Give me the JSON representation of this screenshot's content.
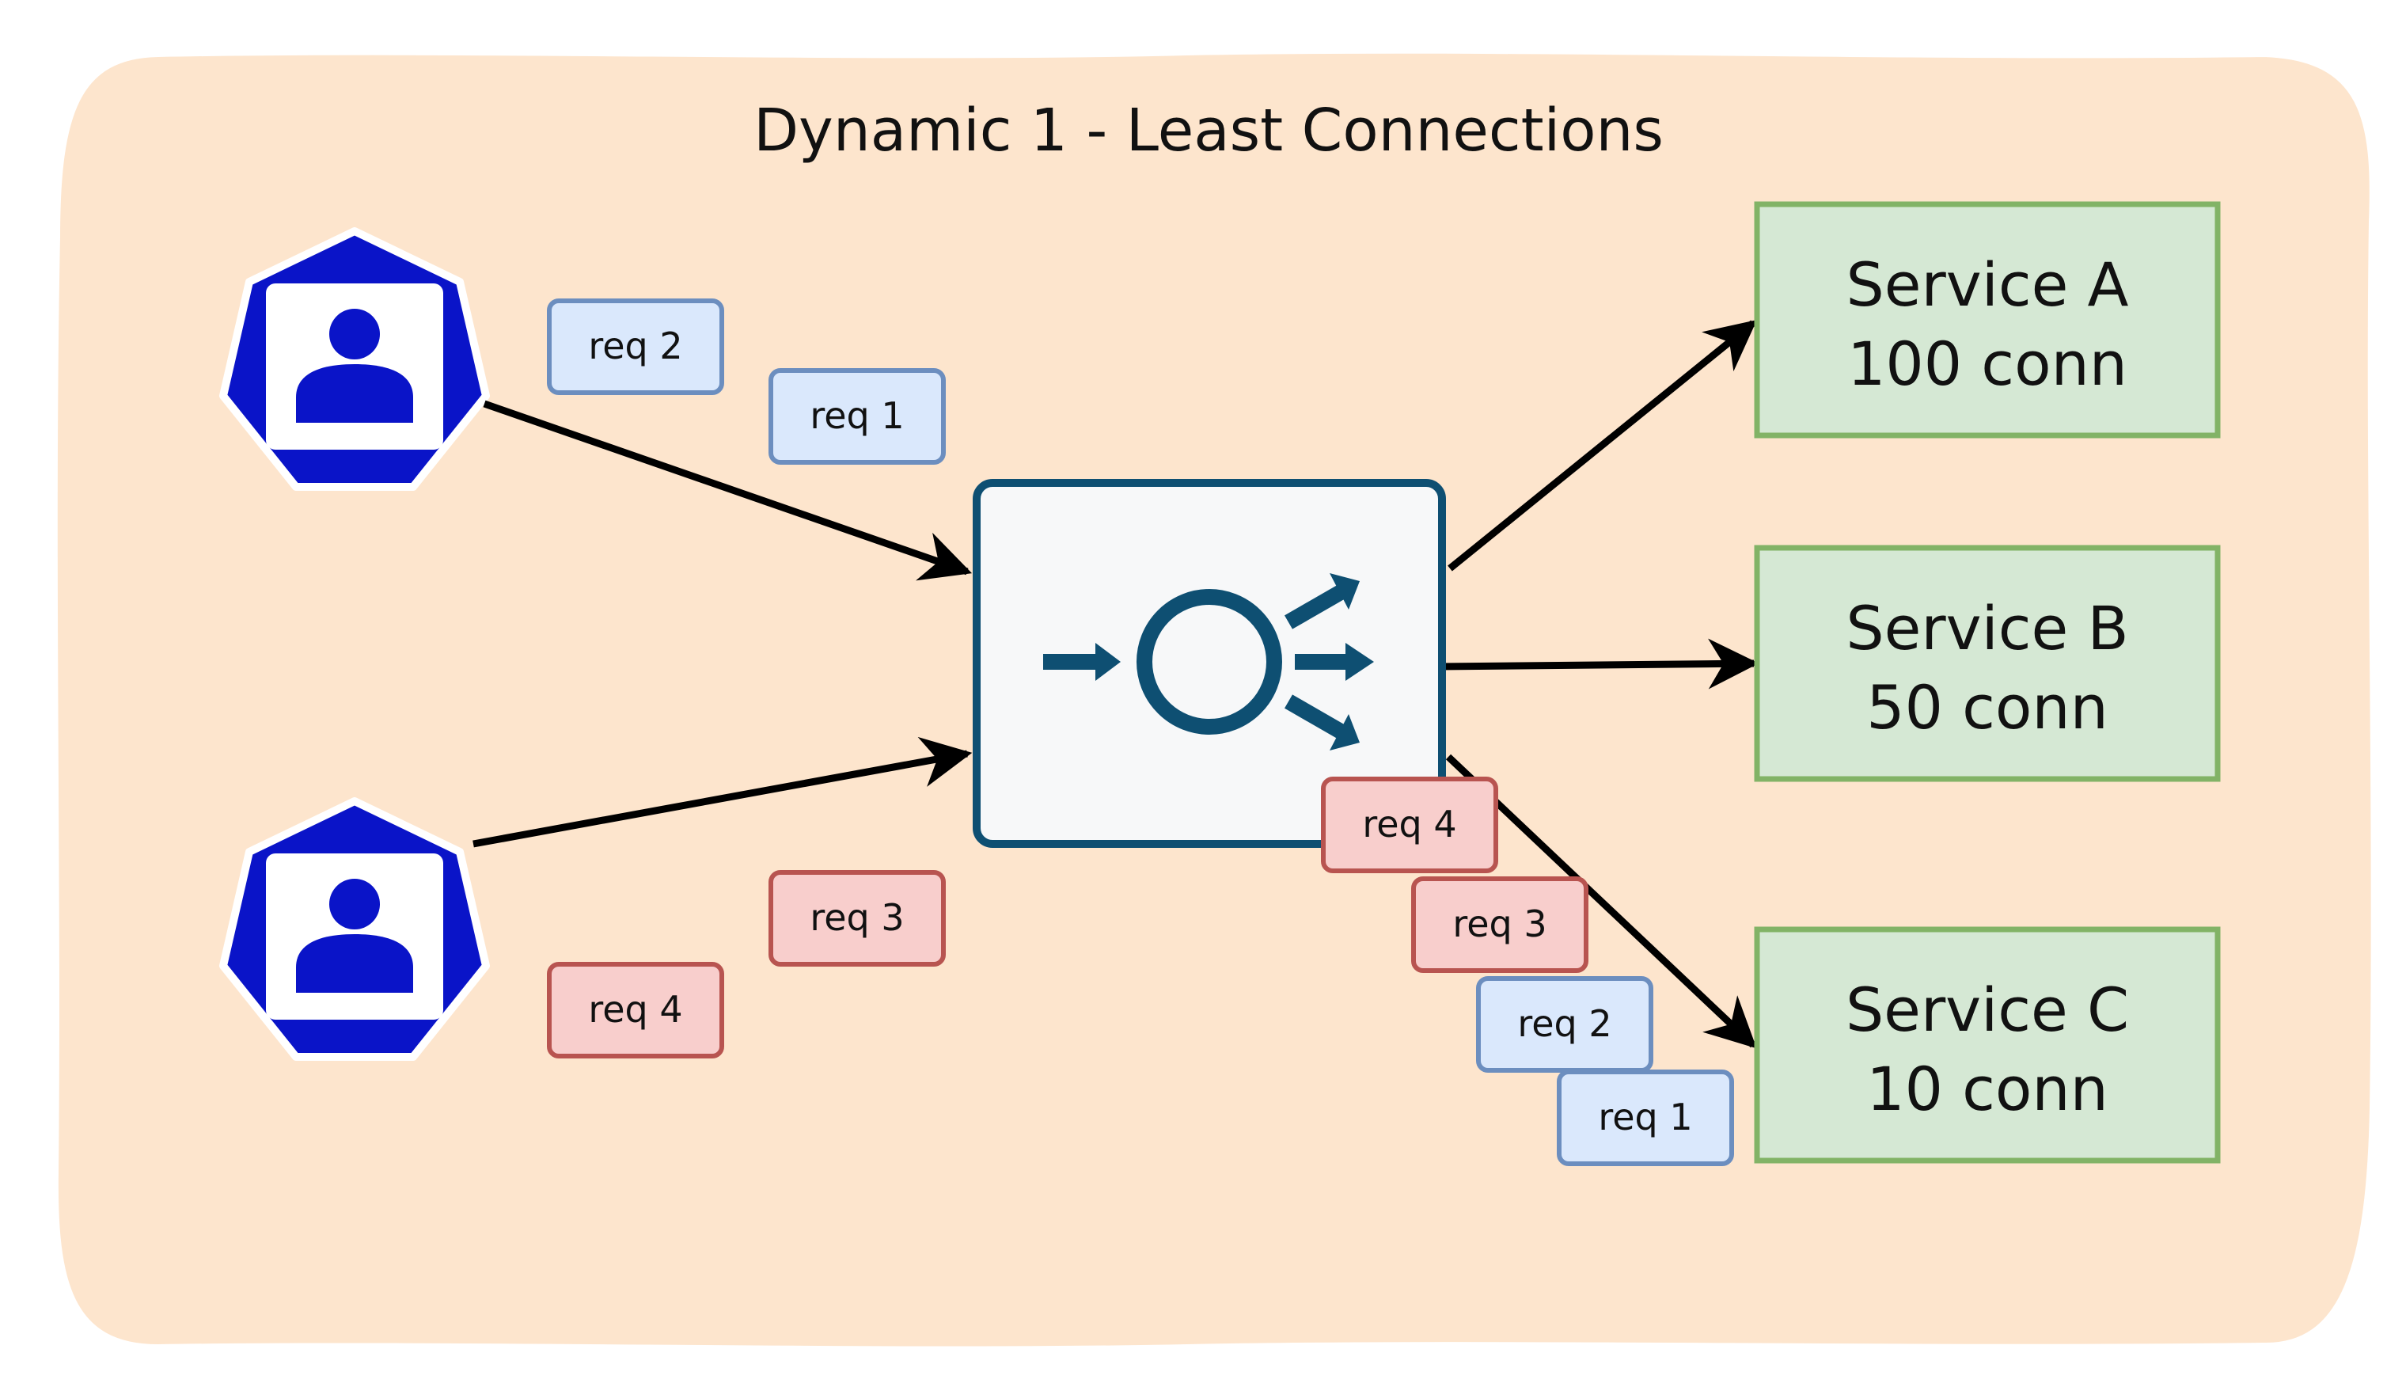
{
  "title": "Dynamic 1 - Least Connections",
  "colors": {
    "background_panel": "#fde5cd",
    "client_icon": "#0a14c8",
    "balancer_border": "#0e4f72",
    "balancer_fill": "#f7f8f9",
    "service_fill": "#d5e8d4",
    "service_border": "#82b366",
    "request_group1_fill": "#dae8fc",
    "request_group1_border": "#6c8ebf",
    "request_group2_fill": "#f8cecc",
    "request_group2_border": "#b85450",
    "arrow": "#000000"
  },
  "clients": [
    {
      "icon": "user-icon"
    },
    {
      "icon": "user-icon"
    }
  ],
  "load_balancer": {
    "icon": "load-balancer-icon"
  },
  "incoming_requests": {
    "client1": [
      "req 2",
      "req 1"
    ],
    "client2": [
      "req 3",
      "req 4"
    ]
  },
  "queued_requests": [
    "req 4",
    "req 3",
    "req 2",
    "req 1"
  ],
  "services": [
    {
      "name": "Service A",
      "connections": "100 conn"
    },
    {
      "name": "Service B",
      "connections": "50 conn"
    },
    {
      "name": "Service C",
      "connections": "10 conn"
    }
  ]
}
